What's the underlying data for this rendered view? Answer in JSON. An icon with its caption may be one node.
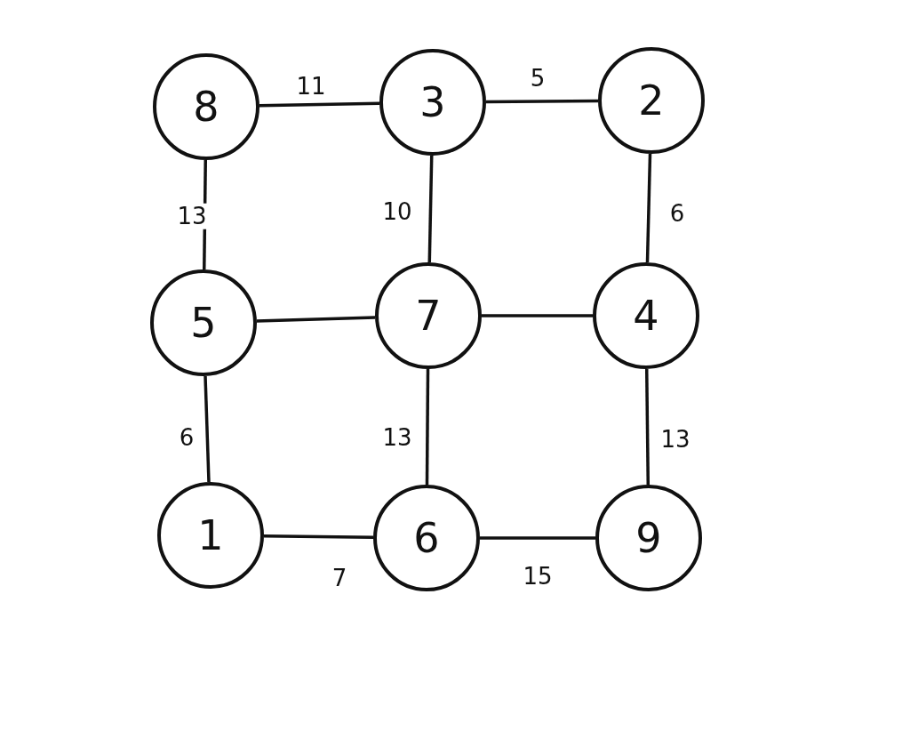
{
  "diagram": {
    "nodes": [
      {
        "text": [
          "8"
        ]
      },
      {
        "text": [
          "3"
        ]
      },
      {
        "text": [
          "2"
        ]
      },
      {
        "text": [
          "5"
        ]
      },
      {
        "text": [
          "7"
        ]
      },
      {
        "text": [
          "4"
        ]
      },
      {
        "text": [
          "1"
        ]
      },
      {
        "text": [
          "6"
        ]
      },
      {
        "text": [
          "9"
        ]
      }
    ],
    "edges": [
      {
        "from": 0,
        "to": 1,
        "arrow": "none",
        "label": "11"
      },
      {
        "from": 1,
        "to": 2,
        "arrow": "none",
        "label": "5"
      },
      {
        "from": 0,
        "to": 3,
        "arrow": "none",
        "label": "13"
      },
      {
        "from": 1,
        "to": 4,
        "arrow": "none",
        "label": "10"
      },
      {
        "from": 2,
        "to": 5,
        "arrow": "none",
        "label": "6"
      },
      {
        "from": 3,
        "to": 4,
        "arrow": "none"
      },
      {
        "from": 4,
        "to": 5,
        "arrow": "none"
      },
      {
        "from": 3,
        "to": 6,
        "arrow": "none",
        "label": "6"
      },
      {
        "from": 4,
        "to": 7,
        "arrow": "none",
        "label": "13"
      },
      {
        "from": 5,
        "to": 8,
        "arrow": "none",
        "label": "13"
      },
      {
        "from": 6,
        "to": 7,
        "arrow": "none",
        "label": "7"
      },
      {
        "from": 7,
        "to": 8,
        "arrow": "none",
        "label": "15"
      }
    ]
  }
}
